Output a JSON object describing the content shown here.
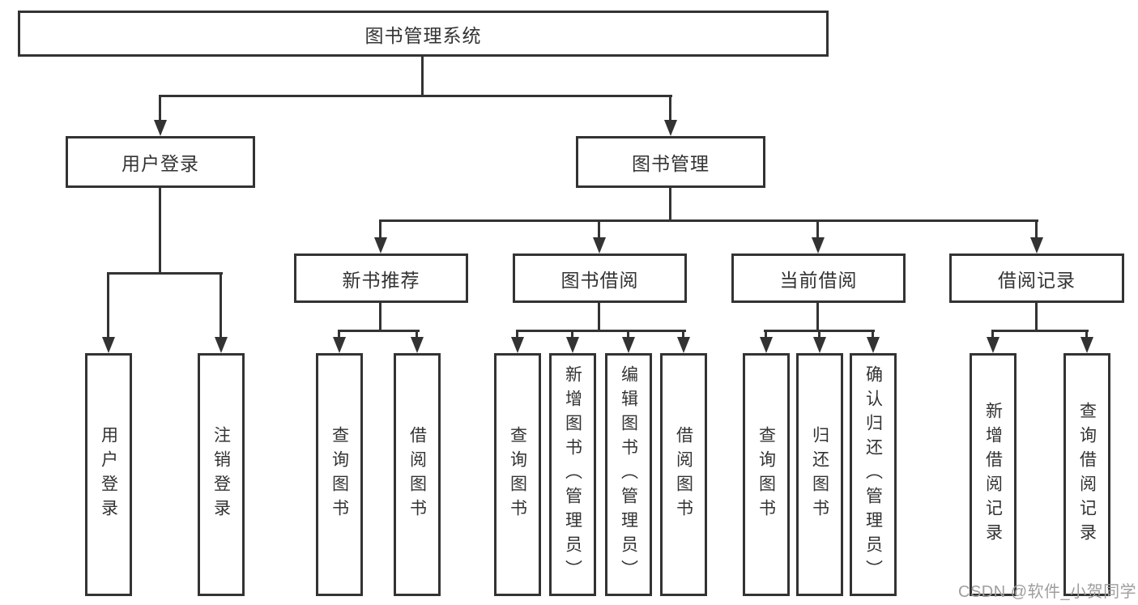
{
  "diagram": {
    "title": "图书管理系统",
    "branches": {
      "user": {
        "label": "用户登录",
        "children": {
          "login": "用户登录",
          "logout": "注销登录"
        }
      },
      "books": {
        "label": "图书管理",
        "sections": {
          "recommend": {
            "label": "新书推荐",
            "children": {
              "query": "查询图书",
              "borrow": "借阅图书"
            }
          },
          "borrow": {
            "label": "图书借阅",
            "children": {
              "query": "查询图书",
              "add": "新增图书（管理员）",
              "edit": "编辑图书（管理员）",
              "borrow": "借阅图书"
            }
          },
          "current": {
            "label": "当前借阅",
            "children": {
              "query": "查询图书",
              "return": "归还图书",
              "confirm": "确认归还（管理员）"
            }
          },
          "records": {
            "label": "借阅记录",
            "children": {
              "add": "新增借阅记录",
              "query": "查询借阅记录"
            }
          }
        }
      }
    }
  },
  "watermark": {
    "text": "CSDN @软件_小贺同学"
  },
  "colors": {
    "line": "#333333",
    "box_background": "#ffffff",
    "page_background": "#ffffff",
    "watermark": "#9e9e9e"
  }
}
